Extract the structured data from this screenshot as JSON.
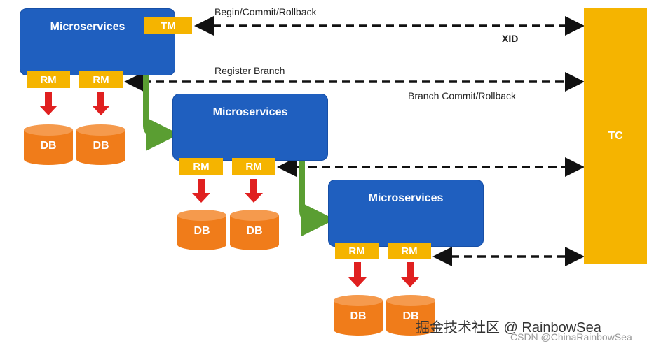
{
  "colors": {
    "microservice": "#1f5fbf",
    "tag": "#f5b400",
    "db": "#f07c1a",
    "red_arrow": "#e02020",
    "green_arrow": "#5a9e32",
    "dashed": "#111111"
  },
  "tc": {
    "label": "TC"
  },
  "tm": {
    "label": "TM"
  },
  "groups": [
    {
      "title": "Microservices",
      "rm": [
        "RM",
        "RM"
      ],
      "db": [
        "DB",
        "DB"
      ]
    },
    {
      "title": "Microservices",
      "rm": [
        "RM",
        "RM"
      ],
      "db": [
        "DB",
        "DB"
      ]
    },
    {
      "title": "Microservices",
      "rm": [
        "RM",
        "RM"
      ],
      "db": [
        "DB",
        "DB"
      ]
    }
  ],
  "arrows": {
    "begin_commit_rollback": "Begin/Commit/Rollback",
    "xid": "XID",
    "register_branch": "Register Branch",
    "branch_commit_rollback": "Branch Commit/Rollback"
  },
  "watermark": {
    "main": "掘金技术社区 @ RainbowSea",
    "sub": "CSDN @ChinaRainbowSea"
  }
}
